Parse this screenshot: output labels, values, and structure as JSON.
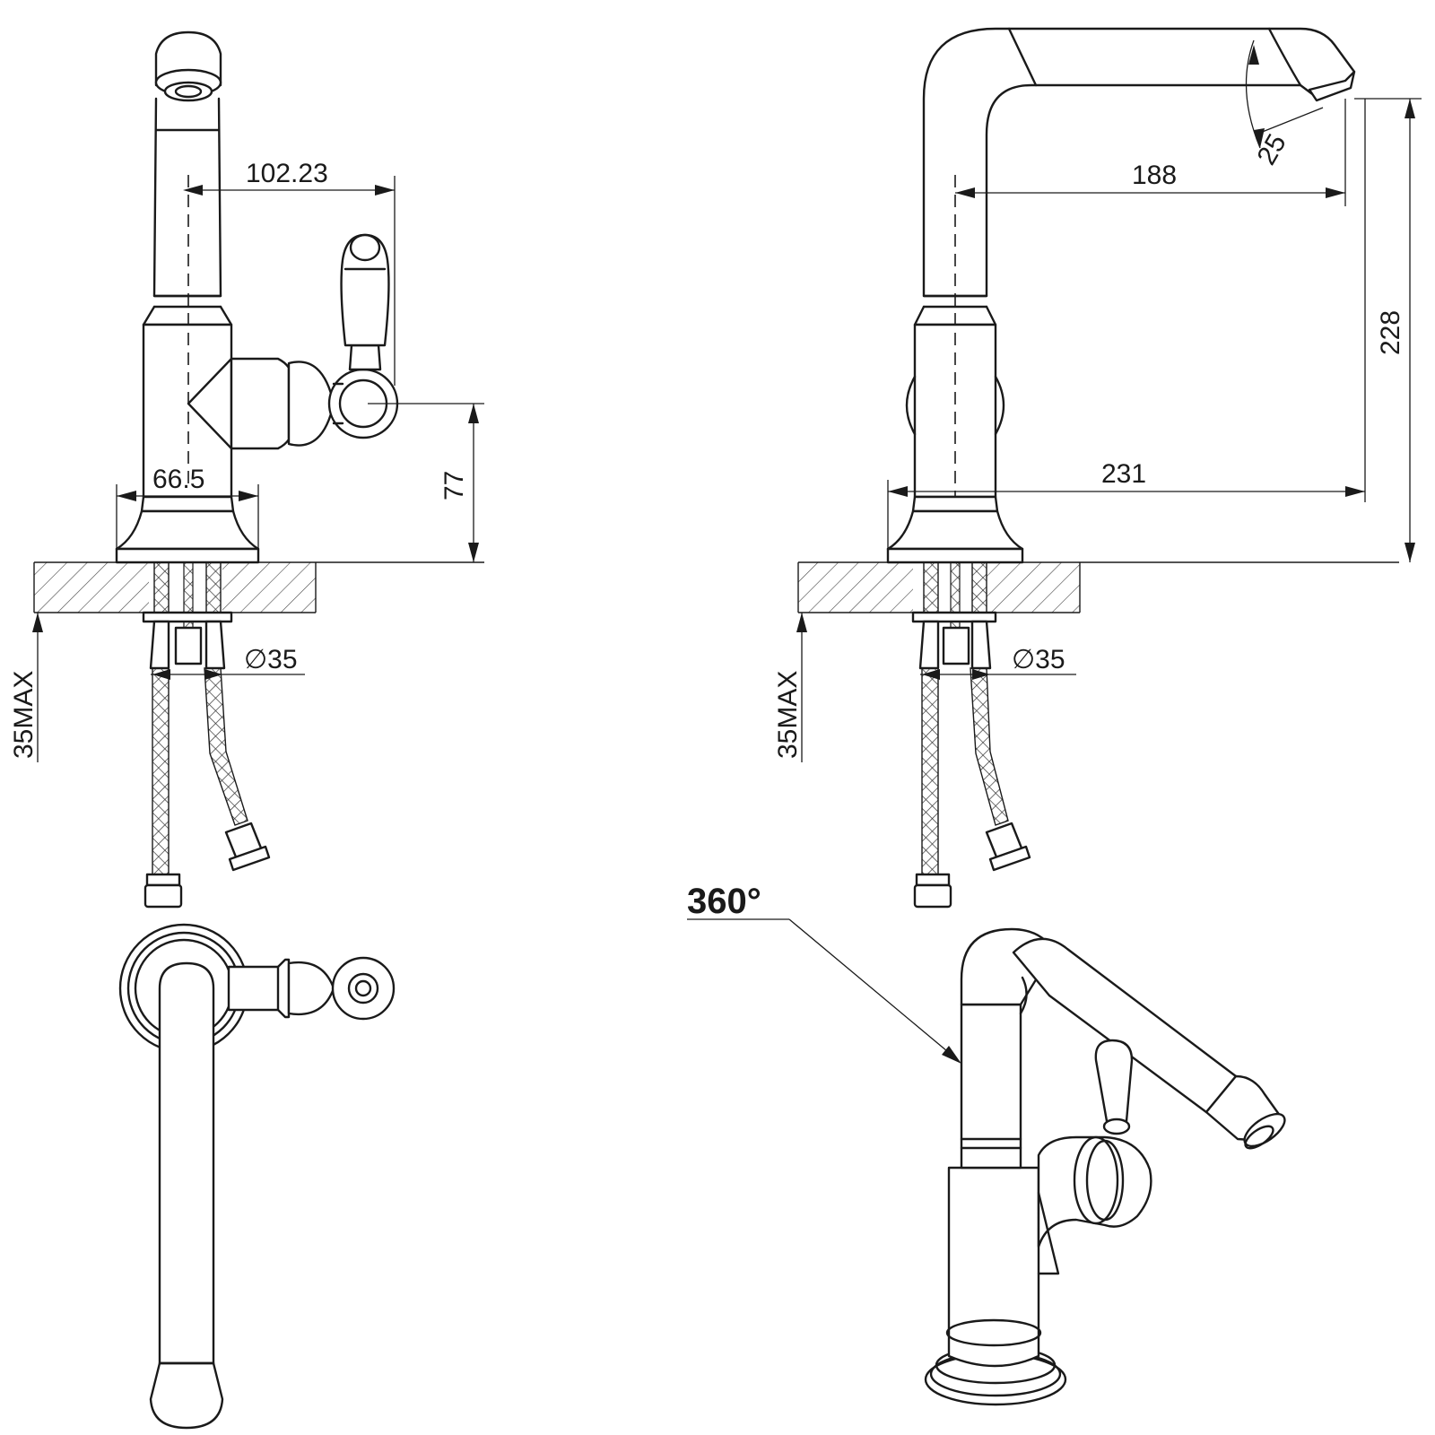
{
  "dimensions": {
    "front": {
      "handle_offset": "102.23",
      "base_diameter": "66.5",
      "handle_height": "77",
      "hole_diameter": "∅35",
      "max_counter_thickness": "35MAX"
    },
    "side": {
      "spout_reach": "188",
      "total_reach": "231",
      "total_height": "228",
      "spout_angle": "25",
      "hole_diameter": "∅35",
      "max_counter_thickness": "35MAX"
    }
  },
  "perspective": {
    "rotation_label": "360°"
  }
}
